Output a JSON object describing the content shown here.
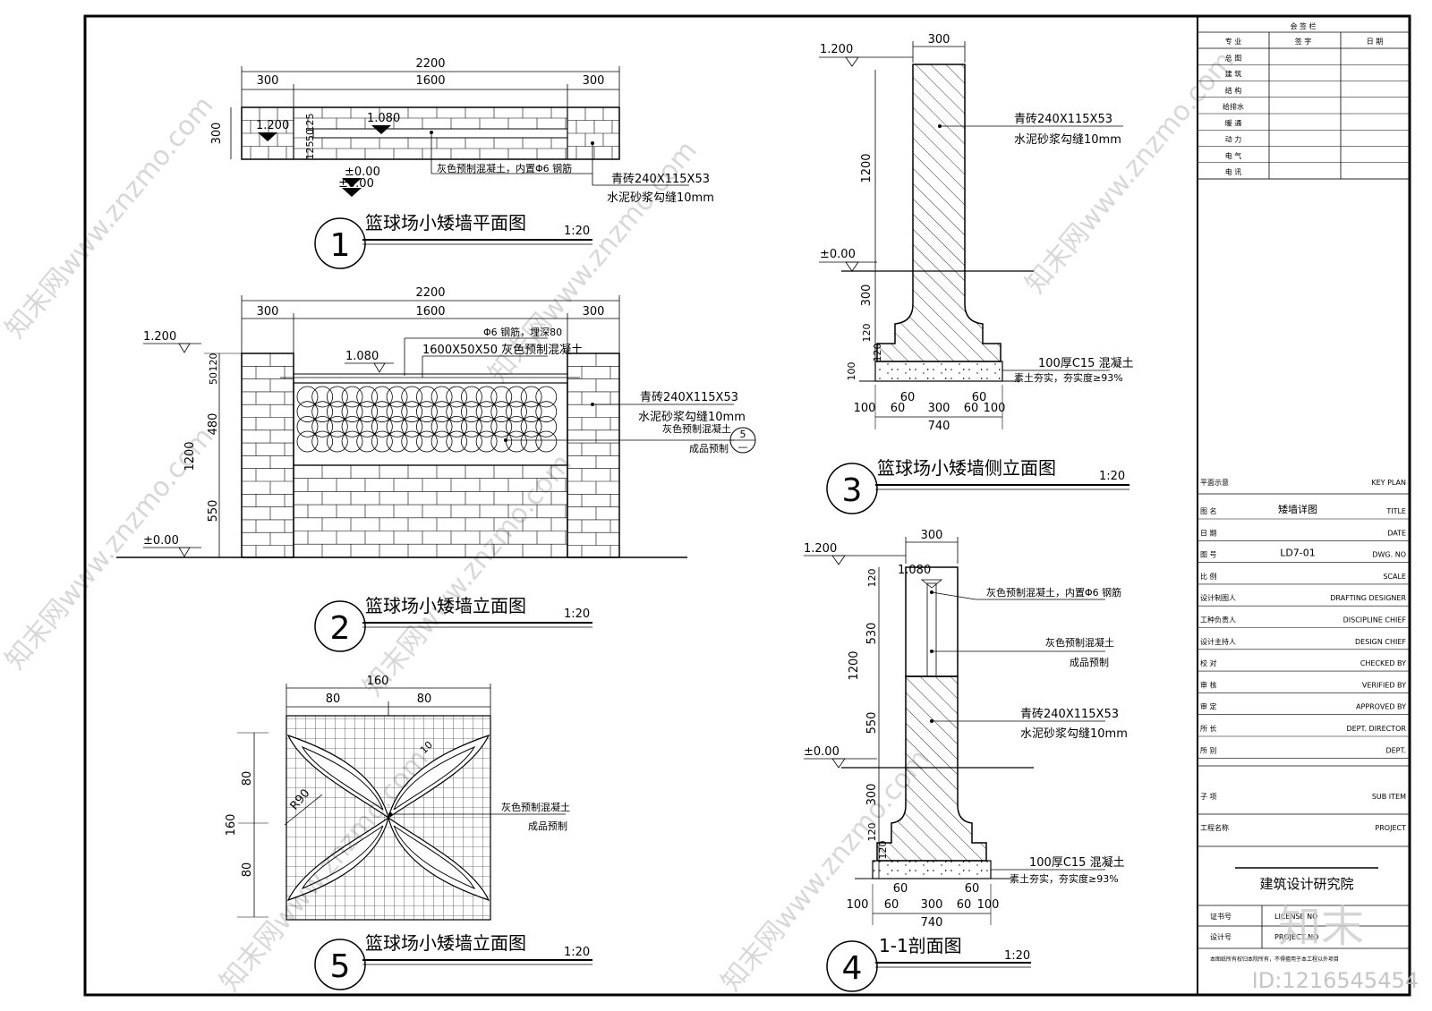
{
  "views": {
    "plan": {
      "title": "篮球场小矮墙平面图",
      "scale": "1:20",
      "num": "1",
      "dim_total": "2200",
      "dim_left": "300",
      "dim_mid": "1600",
      "dim_right": "300",
      "dim_height": "300",
      "dim_small": "125",
      "dim_small2": "50",
      "dim_small3": "125",
      "lvl_1": "1.200",
      "lvl_2": "1.080",
      "lvl_0": "±0.00",
      "lvl_0b": "±0.00",
      "note_1": "灰色预制混凝土，内置Φ6 钢筋",
      "note_2a": "青砖240X115X53",
      "note_2b": "水泥砂浆勾缝10mm"
    },
    "elev": {
      "title": "篮球场小矮墙立面图",
      "scale": "1:20",
      "num": "2",
      "dim_total": "2200",
      "dim_left": "300",
      "dim_mid": "1600",
      "dim_right": "300",
      "lvl_top": "1.200",
      "lvl_mid": "1.080",
      "lvl_0": "±0.00",
      "v_1200": "1200",
      "v_120": "120",
      "v_50": "50",
      "v_480": "480",
      "v_550": "550",
      "note_a": "Φ6 钢筋，埋深80",
      "note_b": "1600X50X50 灰色预制混凝土",
      "note_c1": "青砖240X115X53",
      "note_c2": "水泥砂浆勾缝10mm",
      "note_d1": "灰色预制混凝土",
      "note_d2": "成品预制",
      "callout_top": "5",
      "callout_bot": "—"
    },
    "side": {
      "title": "篮球场小矮墙侧立面图",
      "scale": "1:20",
      "num": "3",
      "dim_top": "300",
      "lvl_top": "1.200",
      "lvl_0": "±0.00",
      "v_1200": "1200",
      "v_300": "300",
      "v_120a": "120",
      "v_120b": "120",
      "v_100": "100",
      "note_a1": "青砖240X115X53",
      "note_a2": "水泥砂浆勾缝10mm",
      "note_b": "100厚C15 混凝土",
      "note_c": "素土夯实，夯实度≥93%",
      "b_100a": "100",
      "b_60a": "60",
      "b_300": "300",
      "b_60b": "60",
      "b_100b": "100",
      "b_740": "740",
      "t_60a": "60",
      "t_60b": "60"
    },
    "section": {
      "title": "1-1剖面图",
      "scale": "1:20",
      "num": "4",
      "dim_top": "300",
      "lvl_top": "1.200",
      "lvl_mid": "1.080",
      "lvl_0": "±0.00",
      "v_120": "120",
      "v_530": "530",
      "v_1200": "1200",
      "v_550": "550",
      "v_300": "300",
      "v_120a": "120",
      "v_120b": "120",
      "note_a": "灰色预制混凝土，内置Φ6 钢筋",
      "note_b1": "灰色预制混凝土",
      "note_b2": "成品预制",
      "note_c1": "青砖240X115X53",
      "note_c2": "水泥砂浆勾缝10mm",
      "note_d": "100厚C15 混凝土",
      "note_e": "素土夯实，夯实度≥93%",
      "b_100a": "100",
      "b_60a": "60",
      "b_300": "300",
      "b_60b": "60",
      "b_100b": "100",
      "b_740": "740",
      "t_60a": "60",
      "t_60b": "60"
    },
    "tile": {
      "title": "篮球场小矮墙立面图",
      "scale": "1:20",
      "num": "5",
      "dim_total": "160",
      "dim_a": "80",
      "dim_b": "80",
      "v_160": "160",
      "v_80a": "80",
      "v_80b": "80",
      "r_label": "R90",
      "small": "10",
      "note_1": "灰色预制混凝土",
      "note_2": "成品预制"
    }
  },
  "titleblock": {
    "sign_header": "会 签 栏",
    "col_major": "专 业",
    "col_sign": "签 字",
    "col_date": "日 期",
    "disciplines": [
      "总 图",
      "建 筑",
      "结 构",
      "给排水",
      "暖 通",
      "动 力",
      "电 气",
      "电 讯"
    ],
    "key_plan_cn": "平面示意",
    "key_plan_en": "KEY PLAN",
    "rows": [
      {
        "cn": "图 名",
        "val": "矮墙详图",
        "en": "TITLE"
      },
      {
        "cn": "日 期",
        "val": "",
        "en": "DATE"
      },
      {
        "cn": "图 号",
        "val": "LD7-01",
        "en": "DWG. NO"
      },
      {
        "cn": "比 例",
        "val": "",
        "en": "SCALE"
      },
      {
        "cn": "设计制图人",
        "val": "",
        "en": "DRAFTING DESIGNER"
      },
      {
        "cn": "工种负责人",
        "val": "",
        "en": "DISCIPLINE CHIEF"
      },
      {
        "cn": "设计主持人",
        "val": "",
        "en": "DESIGN CHIEF"
      },
      {
        "cn": "校 对",
        "val": "",
        "en": "CHECKED BY"
      },
      {
        "cn": "审 核",
        "val": "",
        "en": "VERIFIED BY"
      },
      {
        "cn": "审 定",
        "val": "",
        "en": "APPROVED BY"
      },
      {
        "cn": "所 长",
        "val": "",
        "en": "DEPT. DIRECTOR"
      },
      {
        "cn": "所 别",
        "val": "",
        "en": "DEPT."
      }
    ],
    "sub_item_cn": "子 项",
    "sub_item_en": "SUB ITEM",
    "project_cn": "工程名称",
    "project_en": "PROJECT",
    "institute": "建筑设计研究院",
    "license_cn": "证书号",
    "license_en": "LICENSE NO",
    "design_cn": "设计号",
    "design_en": "PROJECT NO",
    "footnote": "本图纸所有权归本院所有，不得擅用于本工程以外项目"
  },
  "watermark": {
    "brand": "知末",
    "id": "ID:1216545454",
    "site": "知末网www.znzmo.com"
  }
}
